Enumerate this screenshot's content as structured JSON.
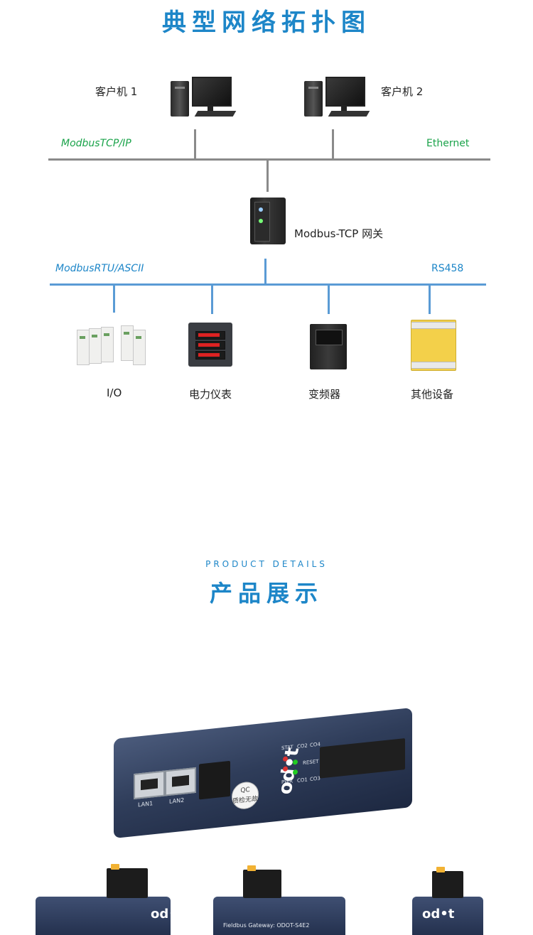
{
  "heading": {
    "title": "典型网络拓扑图"
  },
  "topology": {
    "clients": [
      {
        "label": "客户机 1"
      },
      {
        "label": "客户机 2"
      }
    ],
    "ethernet_bus": {
      "left_label": "ModbusTCP/IP",
      "right_label": "Ethernet"
    },
    "gateway": {
      "label": "Modbus-TCP 网关"
    },
    "serial_bus": {
      "left_label": "ModbusRTU/ASCII",
      "right_label": "RS458"
    },
    "devices": [
      {
        "label": "I/O"
      },
      {
        "label": "电力仪表"
      },
      {
        "label": "变频器"
      },
      {
        "label": "其他设备"
      }
    ]
  },
  "product_section": {
    "subtitle": "PRODUCT DETAILS",
    "title": "产品展示",
    "photo_text": {
      "logo": "od•t",
      "port_labels": [
        "LAN1",
        "LAN2"
      ],
      "led_labels": [
        "PWR",
        "STAT",
        "CO1",
        "CO2",
        "CO3",
        "CO4"
      ],
      "reset_label": "RESET",
      "qc_label": "QC",
      "qc_sub": "质检无故",
      "small_caption": "Fieldbus Gateway: ODOT-S4E2"
    }
  },
  "colors": {
    "accent_blue": "#1d86c8",
    "ethernet_green": "#1aa34a",
    "bus_gray": "#8a8a8a",
    "bus_blue": "#5a9bd5"
  }
}
